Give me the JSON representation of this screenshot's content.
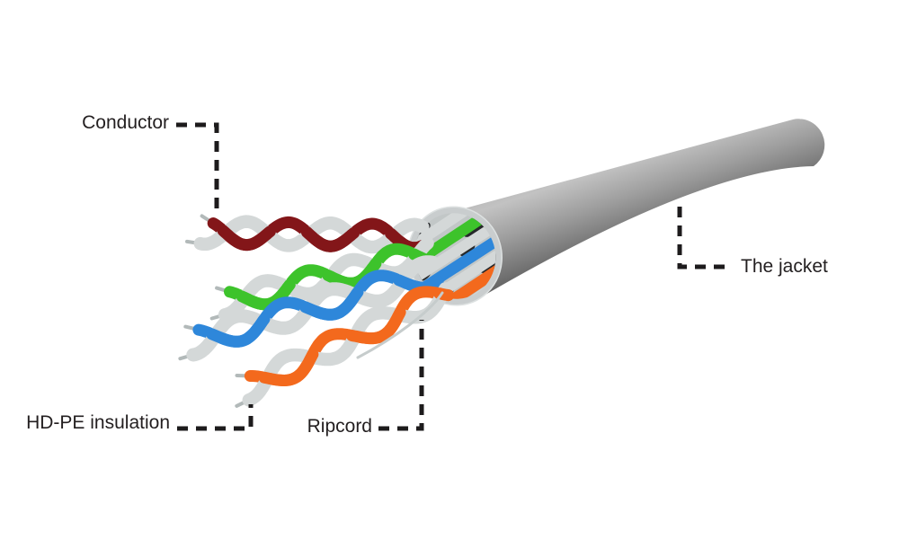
{
  "diagram": {
    "subject": "UTP network cable construction",
    "labels": {
      "conductor": "Conductor",
      "hd_pe_insulation": "HD-PE insulation",
      "ripcord": "Ripcord",
      "the_jacket": "The jacket"
    },
    "pairs": [
      {
        "name": "maroon pair",
        "color": "#831619"
      },
      {
        "name": "green pair",
        "color": "#3dc32b"
      },
      {
        "name": "blue pair",
        "color": "#2e87da"
      },
      {
        "name": "orange pair",
        "color": "#f3691d"
      }
    ]
  },
  "colors": {
    "background": "#ffffff",
    "label_text": "#231f20",
    "leader_line": "#1d1b1c",
    "jacket_light": "#c2c2c2",
    "jacket_top": "#b8b8b8",
    "jacket_mid": "#9e9e9e",
    "jacket_dark": "#6e6e6e",
    "jacket_edge": "#525252",
    "cut_face_ring": "#c9cdce",
    "cut_face_ring_highlight": "#dde1e1",
    "cut_face_inner": "#c2c7c7",
    "cut_face_shadow": "#27292b",
    "insulation_white": "#d4d8d8",
    "conductor_metal": "#b2b9b9",
    "ripcord_string": "#c6cccc"
  }
}
